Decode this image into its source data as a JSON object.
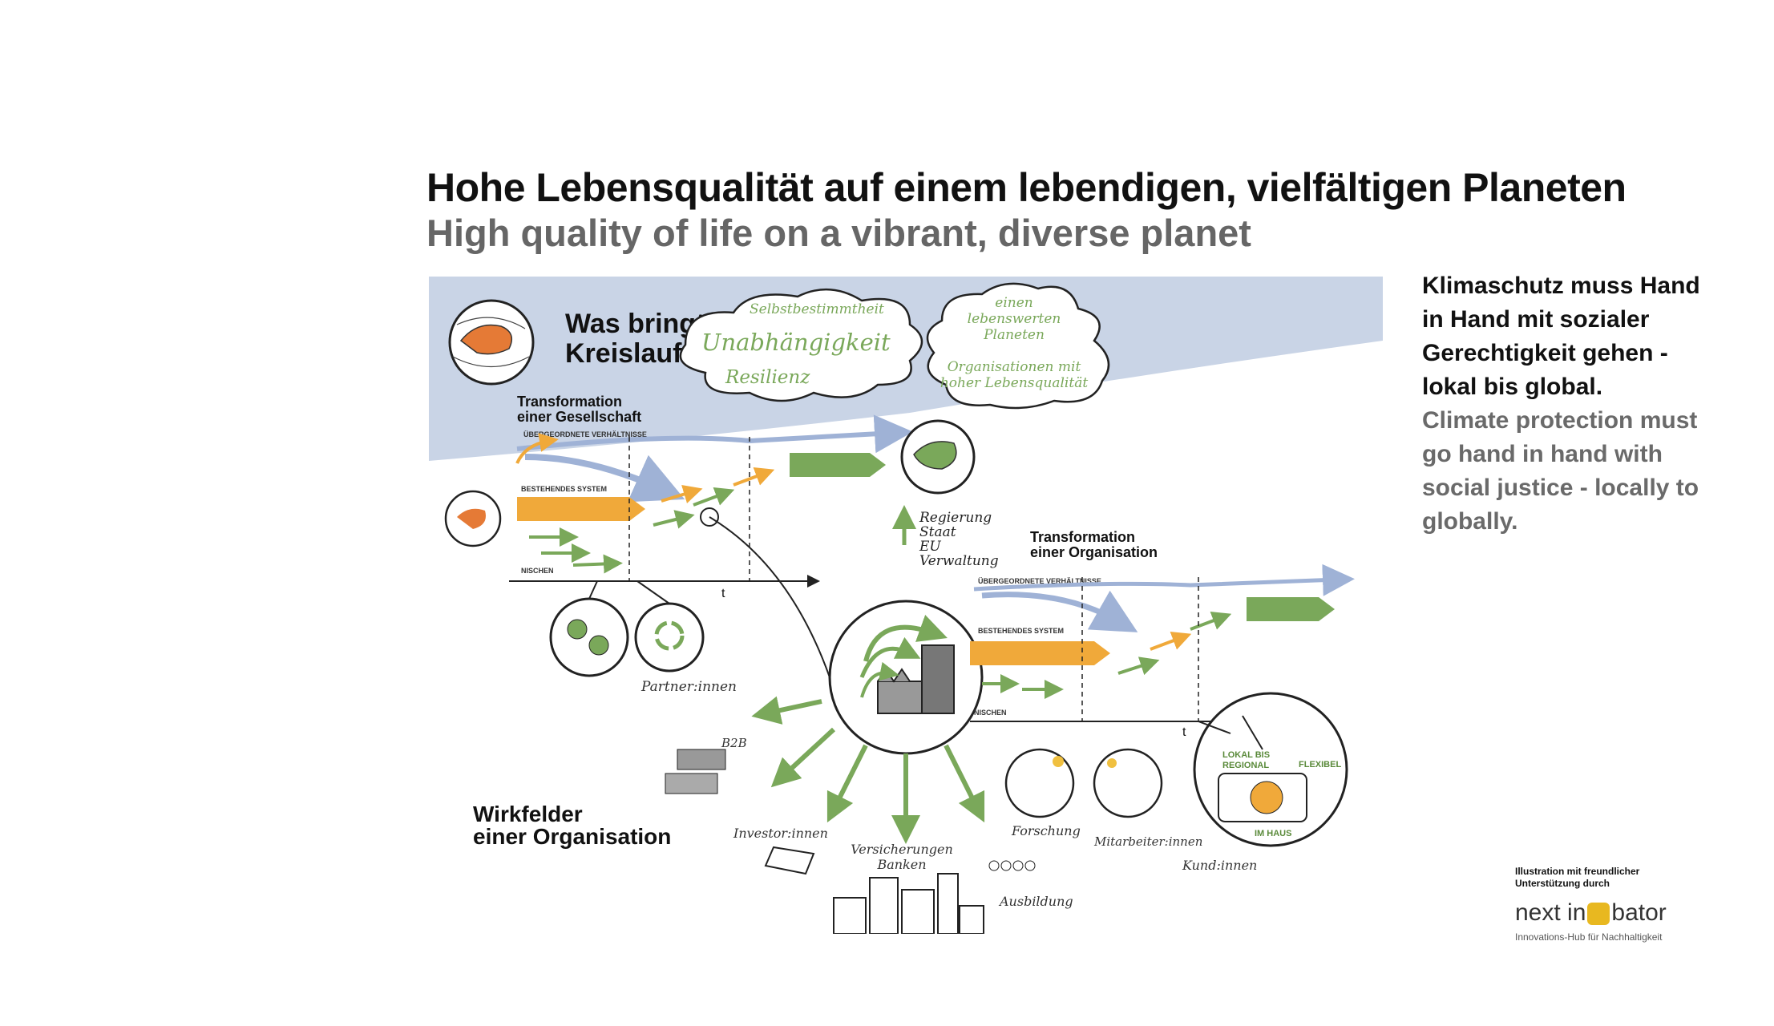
{
  "title": {
    "de": "Hohe Lebensqualität auf einem lebendigen, vielfältigen Planeten",
    "en": "High quality of life on a vibrant, diverse planet"
  },
  "sidebar": {
    "de": "Klimaschutz muss Hand in Hand mit sozialer Gerechtigkeit gehen - lokal bis global.",
    "en": "Climate protection must go hand in hand with social justice - locally to globally."
  },
  "illustration": {
    "question": [
      "Was bringt",
      "Kreislaufwirtschaft?"
    ],
    "cloud_left": {
      "top": "Selbstbestimmtheit",
      "main": "Unabhängigkeit",
      "bottom": "Resilienz"
    },
    "cloud_right": {
      "top": [
        "einen",
        "lebenswerten",
        "Planeten"
      ],
      "bottom": [
        "Organisationen mit",
        "hoher Lebensqualität"
      ]
    },
    "society": {
      "heading": [
        "Transformation",
        "einer Gesellschaft"
      ],
      "level_top": "ÜBERGEORDNETE VERHÄLTNISSE",
      "level_mid": "BESTEHENDES SYSTEM",
      "level_low": "NISCHEN",
      "axis": "t"
    },
    "government": [
      "Regierung",
      "Staat",
      "EU",
      "Verwaltung"
    ],
    "organisation": {
      "heading": [
        "Transformation",
        "einer Organisation"
      ],
      "level_top": "ÜBERGEORDNETE VERHÄLTNISSE",
      "level_mid": "BESTEHENDES SYSTEM",
      "level_low": "NISCHEN",
      "axis": "t"
    },
    "stakeholders": {
      "partner": "Partner:innen",
      "b2b": "B2B",
      "investor": "Investor:innen",
      "banks": [
        "Versicherungen",
        "Banken"
      ],
      "research": "Forschung",
      "training": "Ausbildung",
      "staff": "Mitarbeiter:innen",
      "customers": "Kund:innen"
    },
    "customer_bubble": {
      "regional": [
        "LOKAL BIS",
        "REGIONAL"
      ],
      "flexible": "FLEXIBEL",
      "house": "IM HAUS"
    },
    "fields": [
      "Wirkfelder",
      "einer Organisation"
    ]
  },
  "credit": {
    "line1": "Illustration mit freundlicher",
    "line2": "Unterstützung durch",
    "logo_left": "next in",
    "logo_right": "bator",
    "tagline": "Innovations-Hub für Nachhaltigkeit"
  },
  "colors": {
    "sky": "#c9d4e6",
    "orange": "#f0a93a",
    "green": "#7aa85a",
    "blue_arrow": "#9fb2d6",
    "text": "#111111",
    "grey_text": "#666666"
  }
}
